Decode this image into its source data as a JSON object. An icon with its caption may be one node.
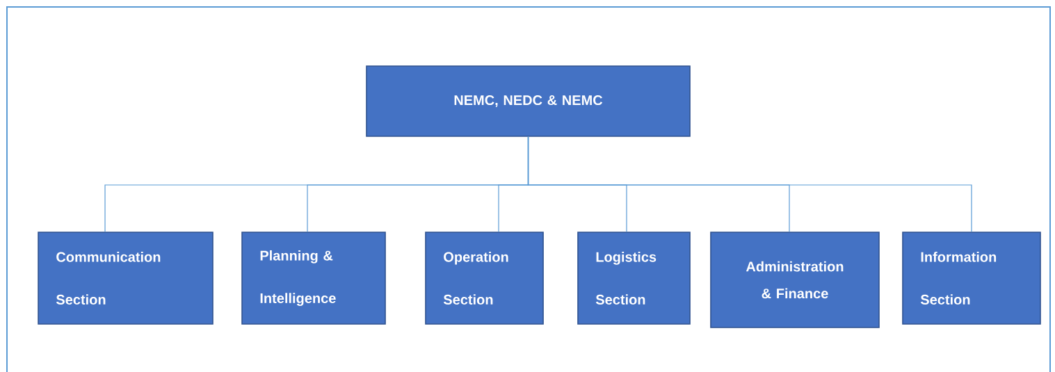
{
  "diagram": {
    "nodes": [
      {
        "text": [
          "NEMC, NEDC & NEMC"
        ]
      },
      {
        "text": [
          "Communication Section"
        ]
      },
      {
        "text": [
          "Planning & Intelligence"
        ]
      },
      {
        "text": [
          "Operation Section"
        ]
      },
      {
        "text": [
          "Logistics Section"
        ]
      },
      {
        "text": [
          "Administration & Finance"
        ]
      },
      {
        "text": [
          "Information Section"
        ]
      }
    ],
    "edges": [
      {
        "from": 0,
        "to": 1,
        "arrow": "none"
      },
      {
        "from": 0,
        "to": 2,
        "arrow": "none"
      },
      {
        "from": 0,
        "to": 3,
        "arrow": "none"
      },
      {
        "from": 0,
        "to": 4,
        "arrow": "none"
      },
      {
        "from": 0,
        "to": 5,
        "arrow": "none"
      },
      {
        "from": 0,
        "to": 6,
        "arrow": "none"
      }
    ]
  }
}
